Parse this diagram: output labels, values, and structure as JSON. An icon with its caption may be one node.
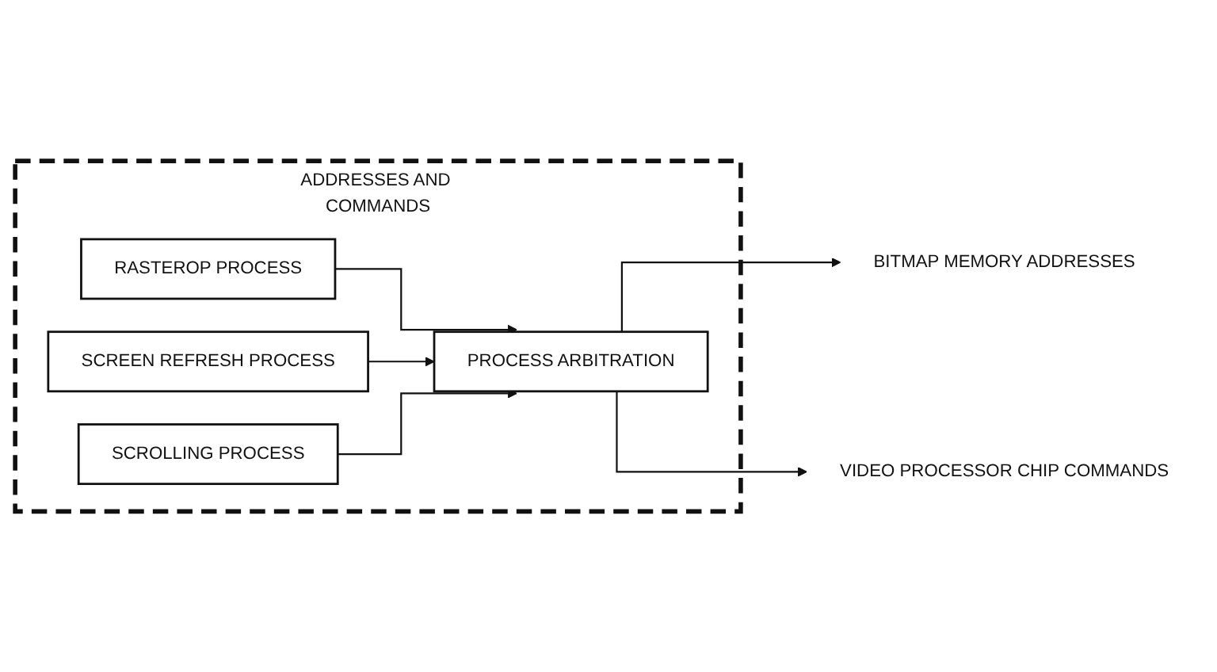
{
  "diagram": {
    "nodes": [
      {
        "text": [
          "ADDRESSES AND COMMANDS"
        ]
      },
      {
        "text": [
          "RASTEROP PROCESS"
        ],
        "in": 0
      },
      {
        "text": [
          "SCREEN REFRESH PROCESS"
        ],
        "in": 0
      },
      {
        "text": [
          "SCROLLING PROCESS"
        ],
        "in": 0
      },
      {
        "text": [
          "PROCESS ARBITRATION"
        ],
        "in": 0
      },
      {
        "text": [
          "BITMAP MEMORY ADDRESSES"
        ]
      },
      {
        "text": [
          "VIDEO PROCESSOR CHIP COMMANDS"
        ]
      }
    ],
    "edges": [
      {
        "from": 1,
        "to": 4,
        "arrow": "to"
      },
      {
        "from": 2,
        "to": 4,
        "arrow": "to"
      },
      {
        "from": 3,
        "to": 4,
        "arrow": "to"
      },
      {
        "from": 4,
        "to": 5,
        "arrow": "to"
      },
      {
        "from": 4,
        "to": 6,
        "arrow": "to"
      }
    ]
  }
}
